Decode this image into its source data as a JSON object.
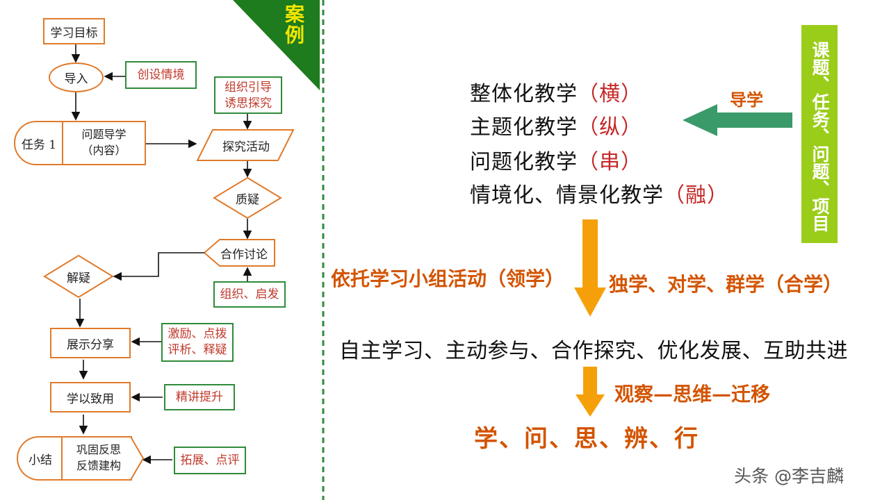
{
  "corner_tag": "案例",
  "flow": {
    "goal": "学习目标",
    "intro": "导入",
    "create_situation": "创设情境",
    "task_label": "任务 1",
    "task_content": [
      "问题导学",
      "（内容）"
    ],
    "guide": [
      "组织引导",
      "诱思探究"
    ],
    "explore": "探究活动",
    "question": "质疑",
    "cooperate": "合作讨论",
    "organize": "组织、启发",
    "resolve": "解疑",
    "show": "展示分享",
    "encourage": [
      "激励、点拨",
      "评析、释疑"
    ],
    "apply": "学以致用",
    "refine": "精讲提升",
    "summary_label": "小结",
    "summary_content": [
      "巩固反思",
      "反馈建构"
    ],
    "extend": "拓展、点评"
  },
  "right": {
    "vertical_bar": "课题、任务、问题、项目",
    "guide_label": "导学",
    "teaching": [
      {
        "main": "整体化教学",
        "tag": "（横）"
      },
      {
        "main": "主题化教学",
        "tag": "（纵）"
      },
      {
        "main": "问题化教学",
        "tag": "（串）"
      },
      {
        "main": "情境化、情景化教学",
        "tag": "（融）"
      }
    ],
    "group_activity": "依托学习小组活动（领学）",
    "learn_modes": "独学、对学、群学（合学）",
    "goals": "自主学习、主动参与、合作探究、优化发展、互助共进",
    "process": "观察—思维—迁移",
    "final": "学、问、思、辨、行"
  },
  "watermark": "头条 @李吉麟",
  "colors": {
    "orange_border": "#e07a2a",
    "green_border": "#2e8b3a",
    "red_text": "#c62828",
    "brown_text": "#d35400",
    "lime_bar": "#9acd1a",
    "dark_green": "#1e7b1e",
    "arrow_orange": "#f5a00a",
    "arrow_teal": "#3a9a6a"
  }
}
